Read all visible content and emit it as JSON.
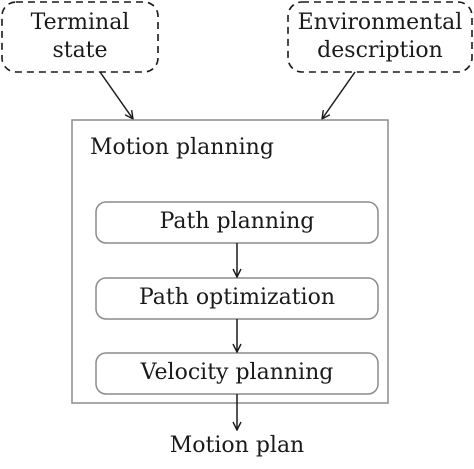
{
  "inputs": {
    "terminal_state": [
      "Terminal",
      "state"
    ],
    "environmental_description": [
      "Environmental",
      "description"
    ]
  },
  "module": {
    "title": "Motion planning",
    "steps": [
      "Path planning",
      "Path optimization",
      "Velocity planning"
    ]
  },
  "output": "Motion plan"
}
